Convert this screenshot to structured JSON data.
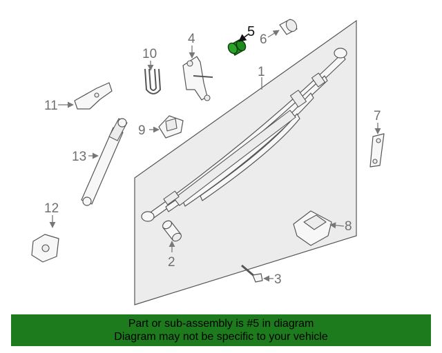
{
  "callouts": {
    "c1": "1",
    "c2": "2",
    "c3": "3",
    "c4": "4",
    "c5": "5",
    "c6": "6",
    "c7": "7",
    "c8": "8",
    "c9": "9",
    "c10": "10",
    "c11": "11",
    "c12": "12",
    "c13": "13"
  },
  "highlight_callout": "5",
  "colors": {
    "banner": "#1d7a1d",
    "highlight_part": "#1e8a1e",
    "panel": "#ececec"
  },
  "banner": {
    "line1": "Part or sub-assembly is #5 in diagram",
    "line2": "Diagram may not be specific to your vehicle"
  }
}
